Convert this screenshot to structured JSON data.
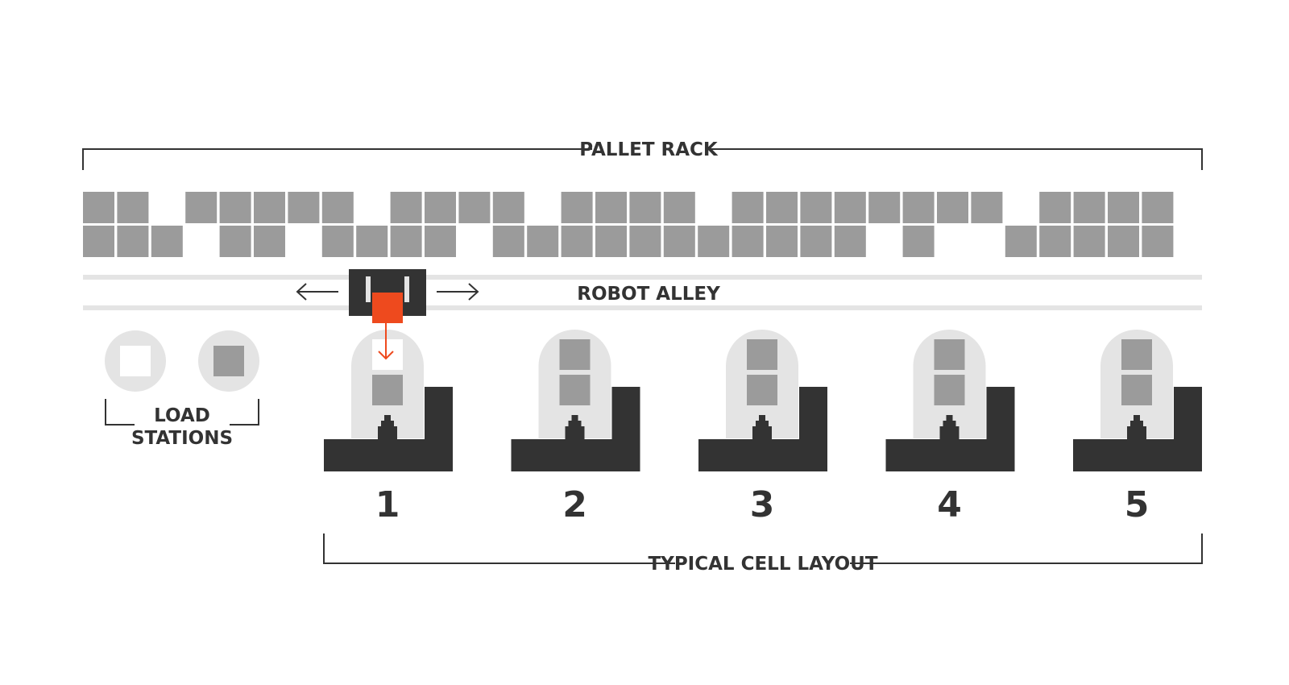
{
  "labels": {
    "pallet_rack": "PALLET RACK",
    "robot_alley": "ROBOT ALLEY",
    "load_stations_line1": "LOAD",
    "load_stations_line2": "STATIONS",
    "typical_cell_layout": "TYPICAL CELL LAYOUT"
  },
  "cells": [
    {
      "number": "1",
      "pallets": [
        "empty",
        "filled"
      ],
      "active": true
    },
    {
      "number": "2",
      "pallets": [
        "filled",
        "filled"
      ],
      "active": false
    },
    {
      "number": "3",
      "pallets": [
        "filled",
        "filled"
      ],
      "active": false
    },
    {
      "number": "4",
      "pallets": [
        "filled",
        "filled"
      ],
      "active": false
    },
    {
      "number": "5",
      "pallets": [
        "filled",
        "filled"
      ],
      "active": false
    }
  ],
  "load_stations": [
    {
      "state": "empty"
    },
    {
      "state": "filled"
    }
  ],
  "pallet_rack": {
    "rows": [
      "11011111011110111101111111101111",
      "11101101111011111111111010011111"
    ]
  },
  "colors": {
    "ink": "#333333",
    "pallet": "#9b9b9b",
    "light": "#e4e4e4",
    "accent": "#ee4a1e",
    "paper": "#ffffff"
  }
}
